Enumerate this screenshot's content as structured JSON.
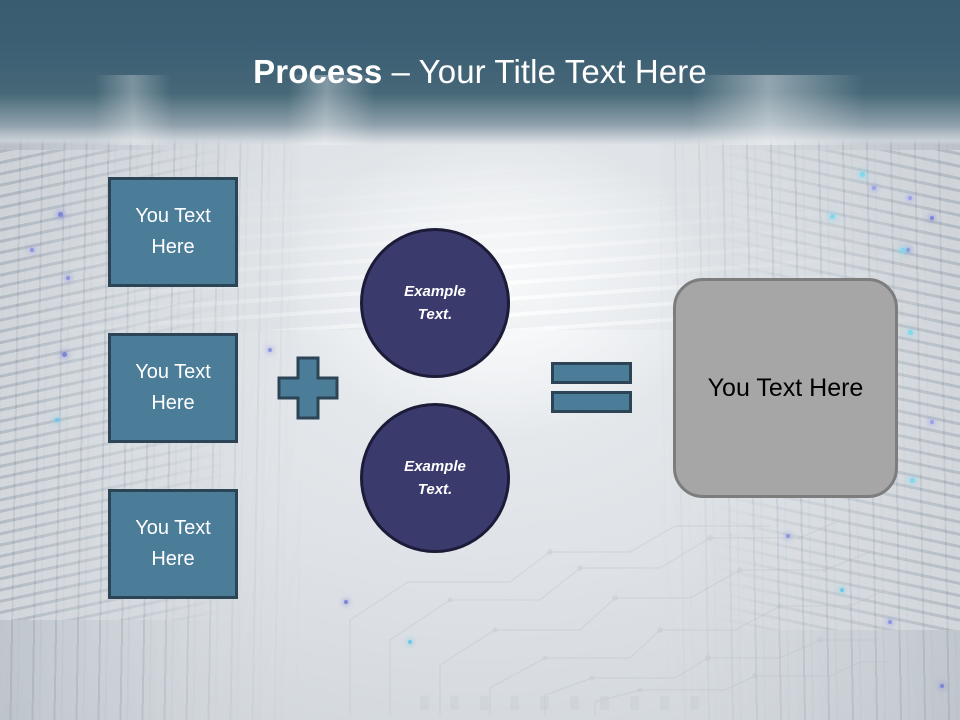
{
  "slide": {
    "title": {
      "strong": "Process",
      "rest": " – Your Title Text Here"
    },
    "background": {
      "description": "data-center-server-room-corridor"
    }
  },
  "inputs": [
    {
      "label": "You Text Here"
    },
    {
      "label": "You Text Here"
    },
    {
      "label": "You Text Here"
    }
  ],
  "operators": {
    "plus": "+",
    "equals": "="
  },
  "circles": [
    {
      "line1": "Example",
      "line2": "Text."
    },
    {
      "line1": "Example",
      "line2": "Text."
    }
  ],
  "result": {
    "label": "You Text Here"
  },
  "colors": {
    "title_band": "#3d5f74",
    "blue_box_fill": "#4b7d98",
    "blue_box_border": "#2c4456",
    "circle_fill": "#3b3a6d",
    "circle_border": "#1c1b38",
    "result_fill": "#a6a6a6",
    "result_border": "#7d7d7d",
    "title_text": "#ffffff",
    "body_background": "#d2d5d8"
  }
}
